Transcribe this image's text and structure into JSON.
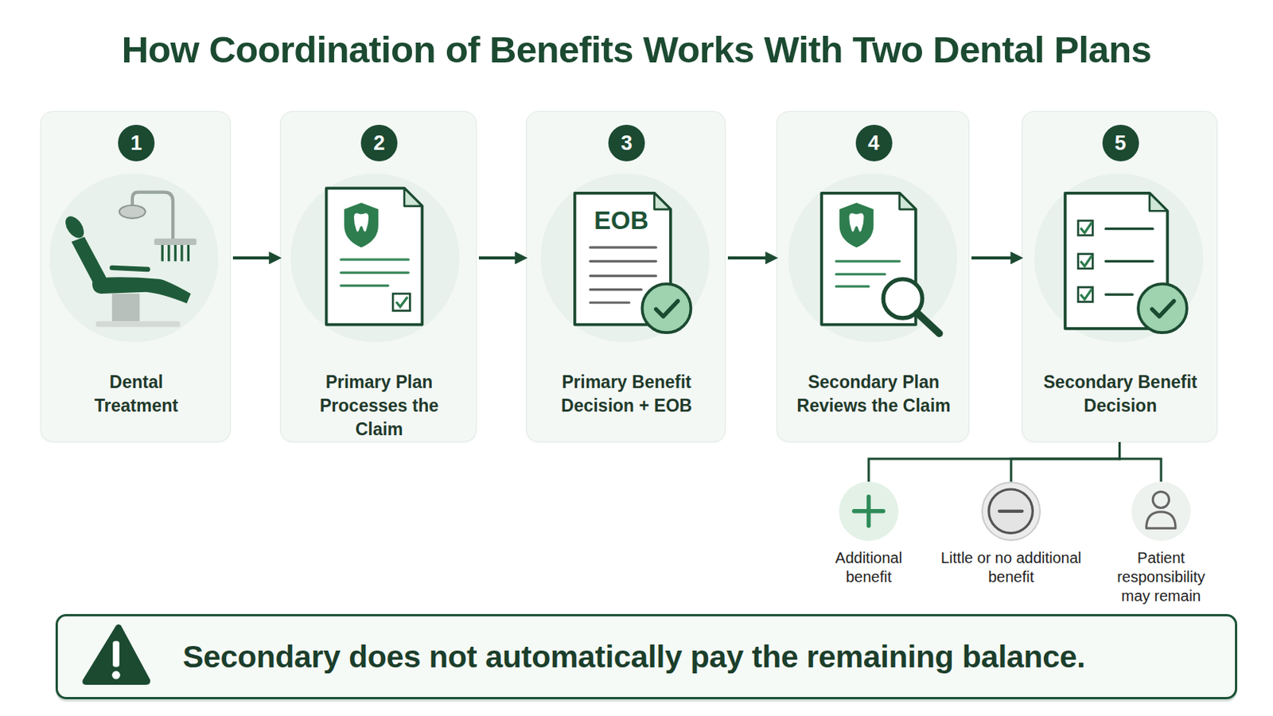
{
  "diagram": {
    "title": "How Coordination of Benefits Works With Two Dental Plans",
    "nodes": [
      {
        "text": [
          "Dental Treatment"
        ]
      },
      {
        "text": [
          "1"
        ],
        "in": 0
      },
      {
        "text": [
          "Primary Plan Processes the Claim"
        ]
      },
      {
        "text": [
          "2"
        ],
        "in": 2
      },
      {
        "text": [
          "Primary Benefit Decision + EOB"
        ]
      },
      {
        "text": [
          "3"
        ],
        "in": 4
      },
      {
        "text": [
          "Secondary Plan Reviews the Claim"
        ]
      },
      {
        "text": [
          "4"
        ],
        "in": 6
      },
      {
        "text": [
          "Secondary Benefit Decision"
        ]
      },
      {
        "text": [
          "5"
        ],
        "in": 8
      },
      {
        "text": [
          "Additional benefit"
        ]
      },
      {
        "text": [
          "Little or no additional benefit"
        ]
      },
      {
        "text": [
          "Patient responsibility may remain"
        ]
      },
      {
        "text": [
          "Secondary does not automatically pay the remaining balance."
        ]
      }
    ],
    "edges": [
      {
        "from": 0,
        "to": 2,
        "arrow": "to"
      },
      {
        "from": 2,
        "to": 4,
        "arrow": "to"
      },
      {
        "from": 4,
        "to": 6,
        "arrow": "to"
      },
      {
        "from": 6,
        "to": 8,
        "arrow": "to"
      },
      {
        "from": 8,
        "to": 10,
        "arrow": "none"
      },
      {
        "from": 8,
        "to": 11,
        "arrow": "none"
      },
      {
        "from": 8,
        "to": 12,
        "arrow": "none"
      }
    ],
    "labels": [
      "EOB"
    ]
  }
}
